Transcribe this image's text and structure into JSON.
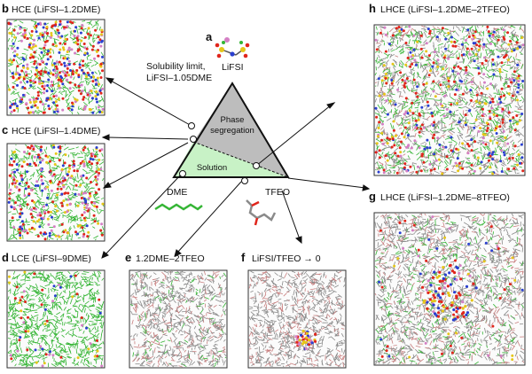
{
  "panels": {
    "a": {
      "letter": "a",
      "caption": "LiFSI"
    },
    "b": {
      "letter": "b",
      "caption": "HCE (LiFSI–1.2DME)"
    },
    "c": {
      "letter": "c",
      "caption": "HCE (LiFSI–1.4DME)"
    },
    "d": {
      "letter": "d",
      "caption": "LCE (LiFSI–9DME)"
    },
    "e": {
      "letter": "e",
      "caption": "1.2DME–2TFEO"
    },
    "f": {
      "letter": "f",
      "caption": "LiFSI/TFEO → 0"
    },
    "g": {
      "letter": "g",
      "caption": "LHCE (LiFSI–1.2DME–8TFEO)"
    },
    "h": {
      "letter": "h",
      "caption": "LHCE (LiFSI–1.2DME–2TFEO)"
    }
  },
  "phase_diagram": {
    "solubility_line1": "Solubility limit,",
    "solubility_line2": "LiFSI–1.05DME",
    "phase_seg_line1": "Phase",
    "phase_seg_line2": "segregation",
    "solution": "Solution",
    "vertex_dme": "DME",
    "vertex_tfeo": "TFEO"
  },
  "colors": {
    "phase_segregation": "#bdbdbd",
    "solution": "#c8f2c6",
    "green_molecule": "#35b535",
    "grey_molecule": "#8a8a8a",
    "red_atom": "#e0251b",
    "yellow_atom": "#e6c619",
    "blue_atom": "#2a3fd0",
    "pink_atom": "#d47fc4"
  }
}
